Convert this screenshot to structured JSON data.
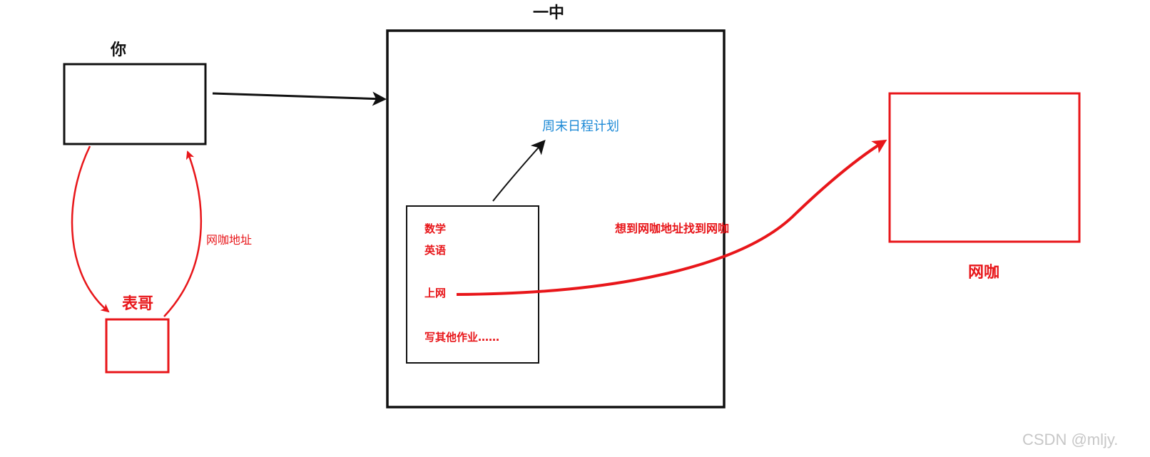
{
  "labels": {
    "you": "你",
    "school": "一中",
    "cousin": "表哥",
    "internet_cafe": "网咖",
    "cafe_address_edge": "网咖地址",
    "weekend_plan": "周末日程计划",
    "find_cafe_edge": "想到网咖地址找到网咖",
    "plan_items": {
      "math": "数学",
      "english": "英语",
      "surf": "上网",
      "homework": "写其他作业……"
    }
  },
  "watermark": "CSDN @mljy.",
  "colors": {
    "black": "#111111",
    "red": "#e8161a",
    "blue": "#1e8ad6",
    "watermark": "#c7c7c7"
  }
}
